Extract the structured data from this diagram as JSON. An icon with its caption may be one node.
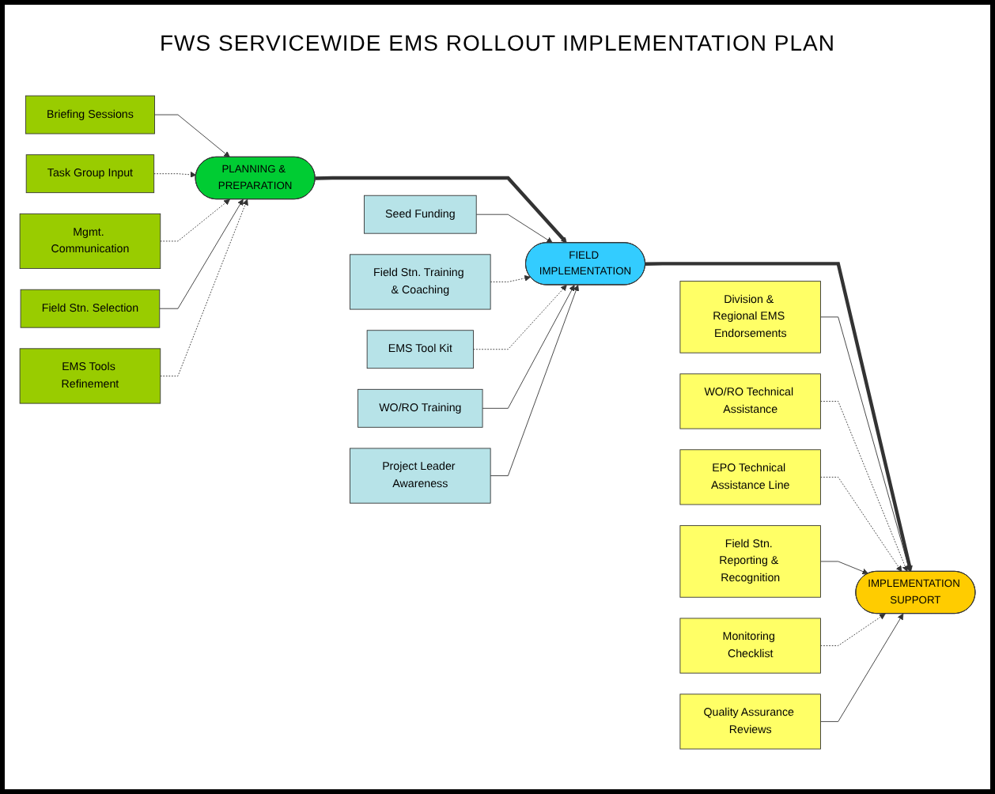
{
  "diagram": {
    "title": "FWS SERVICEWIDE EMS ROLLOUT IMPLEMENTATION PLAN",
    "nodes": [
      {
        "text": [
          "PLANNING & PREPARATION"
        ]
      },
      {
        "text": [
          "FIELD IMPLEMENTATION"
        ]
      },
      {
        "text": [
          "IMPLEMENTATION SUPPORT"
        ]
      },
      {
        "text": [
          "Briefing Sessions"
        ]
      },
      {
        "text": [
          "Task Group Input"
        ]
      },
      {
        "text": [
          "Mgmt. Communication"
        ]
      },
      {
        "text": [
          "Field Stn. Selection"
        ]
      },
      {
        "text": [
          "EMS Tools Refinement"
        ]
      },
      {
        "text": [
          "Seed Funding"
        ]
      },
      {
        "text": [
          "Field Stn. Training & Coaching"
        ]
      },
      {
        "text": [
          "EMS Tool Kit"
        ]
      },
      {
        "text": [
          "WO/RO Training"
        ]
      },
      {
        "text": [
          "Project Leader Awareness"
        ]
      },
      {
        "text": [
          "Division & Regional EMS Endorsements"
        ]
      },
      {
        "text": [
          "WO/RO Technical Assistance"
        ]
      },
      {
        "text": [
          "EPO Technical Assistance Line"
        ]
      },
      {
        "text": [
          "Field Stn. Reporting & Recognition"
        ]
      },
      {
        "text": [
          "Monitoring Checklist"
        ]
      },
      {
        "text": [
          "Quality Assurance Reviews"
        ]
      }
    ],
    "edges": [
      {
        "from": 0,
        "to": 1,
        "arrow": "to",
        "style": "thick"
      },
      {
        "from": 1,
        "to": 2,
        "arrow": "to",
        "style": "thick"
      },
      {
        "from": 3,
        "to": 0,
        "arrow": "to"
      },
      {
        "from": 4,
        "to": 0,
        "arrow": "to",
        "style": "dashed"
      },
      {
        "from": 5,
        "to": 0,
        "arrow": "to",
        "style": "dashed"
      },
      {
        "from": 6,
        "to": 0,
        "arrow": "to"
      },
      {
        "from": 7,
        "to": 0,
        "arrow": "to",
        "style": "dashed"
      },
      {
        "from": 8,
        "to": 1,
        "arrow": "to"
      },
      {
        "from": 9,
        "to": 1,
        "arrow": "to",
        "style": "dashed"
      },
      {
        "from": 10,
        "to": 1,
        "arrow": "to",
        "style": "dashed"
      },
      {
        "from": 11,
        "to": 1,
        "arrow": "to"
      },
      {
        "from": 12,
        "to": 1,
        "arrow": "to"
      },
      {
        "from": 13,
        "to": 2,
        "arrow": "to"
      },
      {
        "from": 14,
        "to": 2,
        "arrow": "to",
        "style": "dashed"
      },
      {
        "from": 15,
        "to": 2,
        "arrow": "to",
        "style": "dashed"
      },
      {
        "from": 16,
        "to": 2,
        "arrow": "to"
      },
      {
        "from": 17,
        "to": 2,
        "arrow": "to",
        "style": "dashed"
      },
      {
        "from": 18,
        "to": 2,
        "arrow": "to"
      }
    ]
  }
}
